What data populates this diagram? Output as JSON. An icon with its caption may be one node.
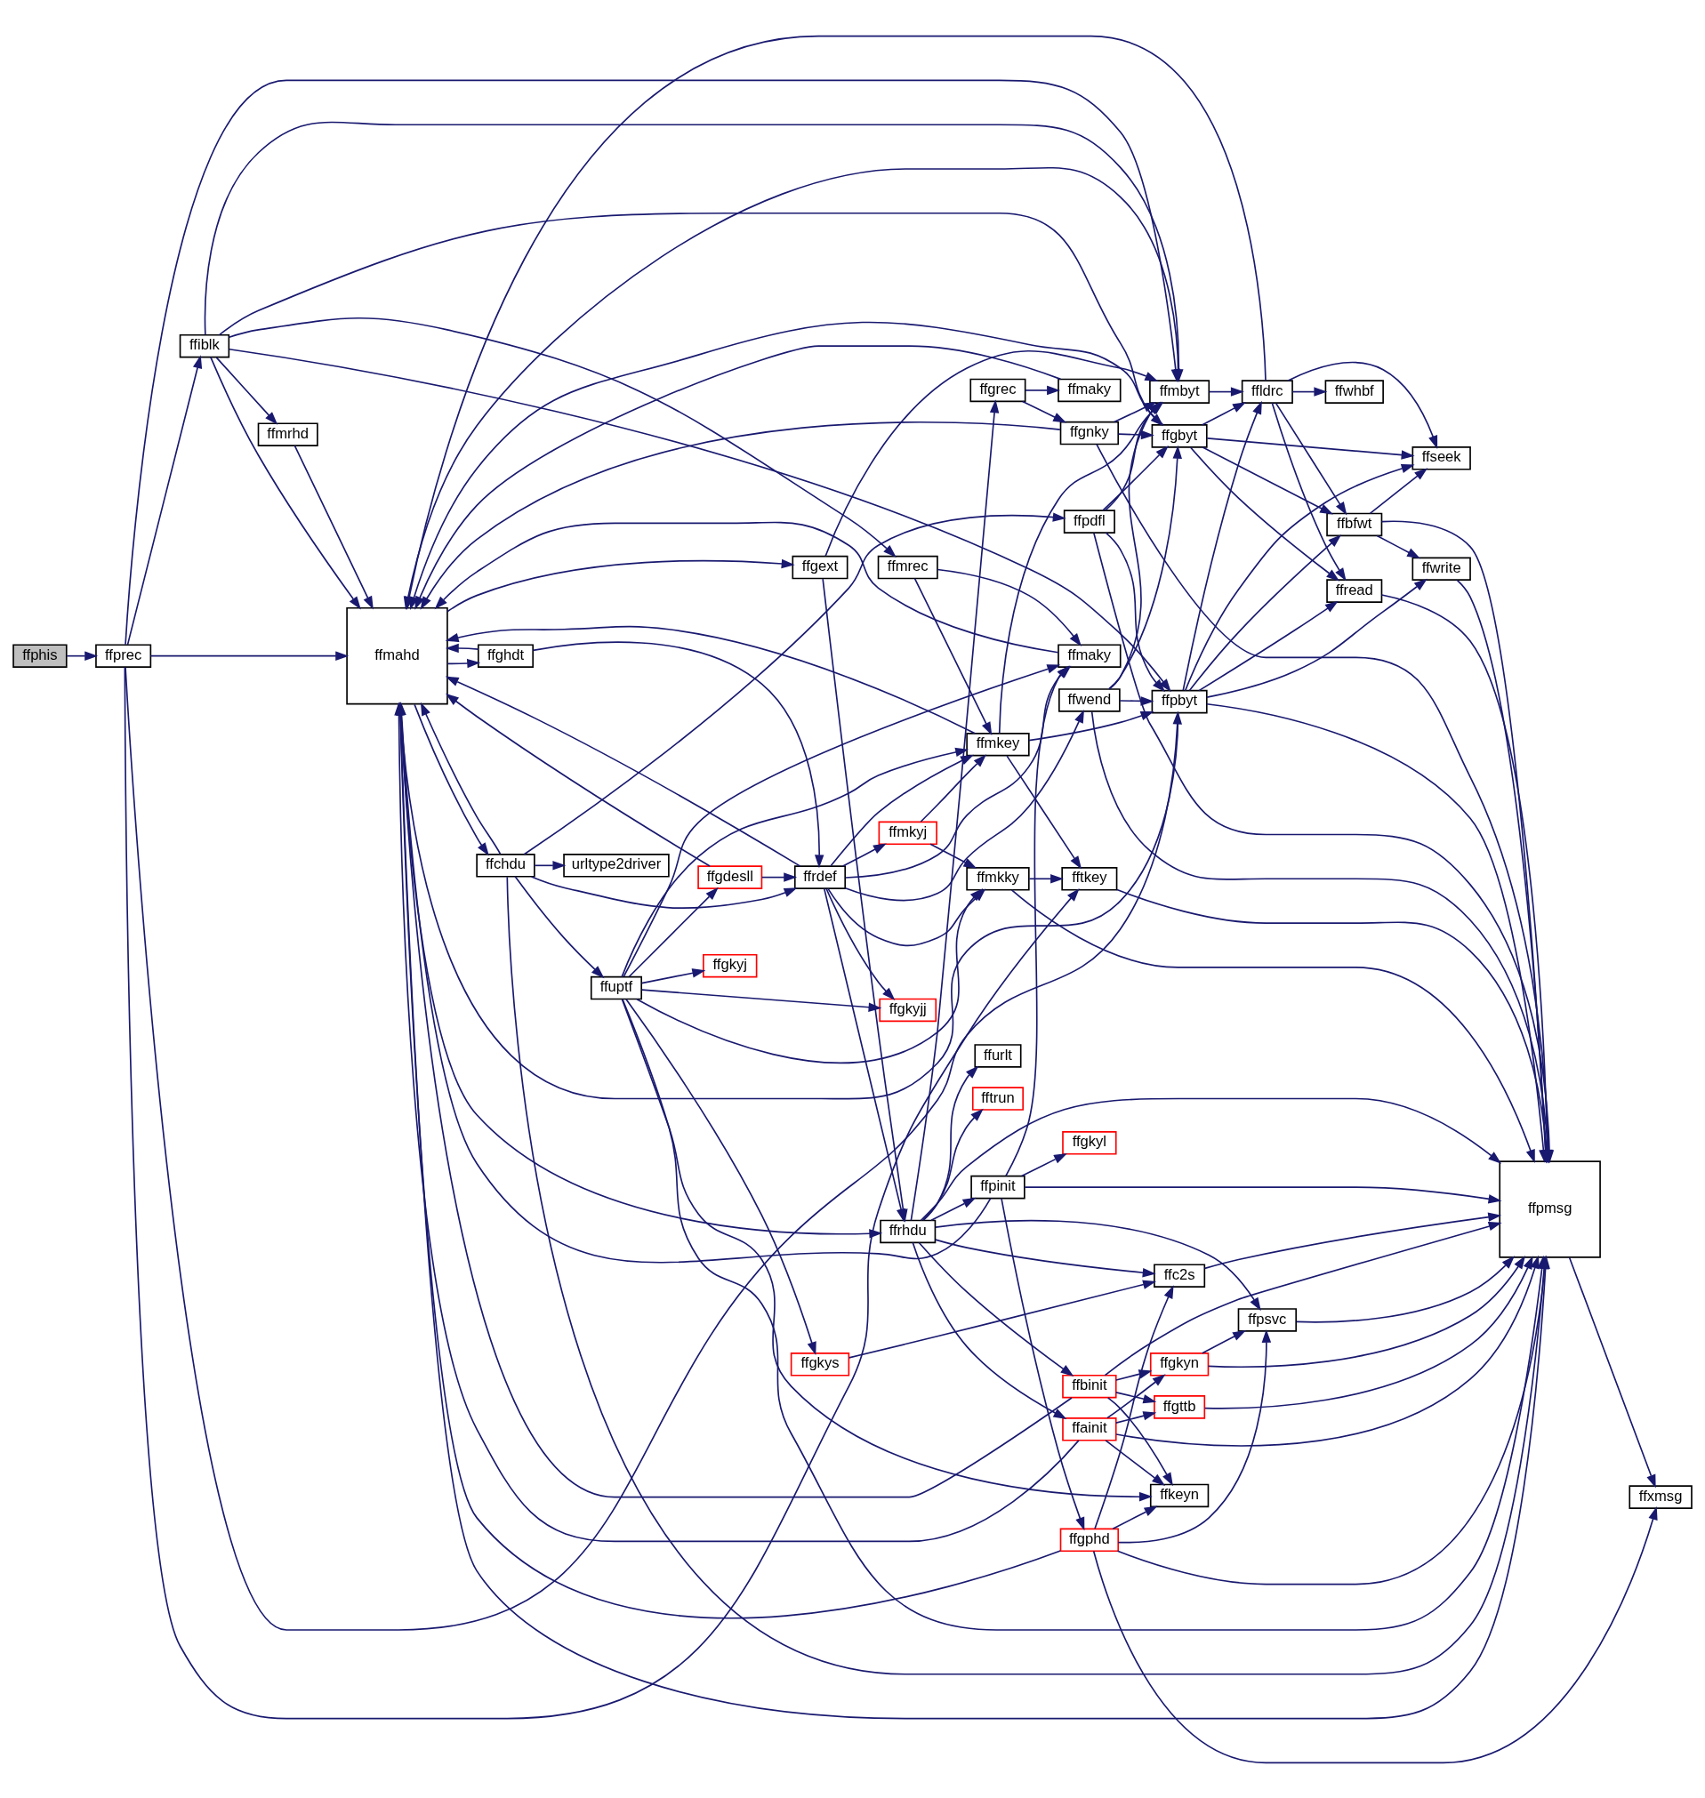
{
  "diagram": {
    "nodes": [
      {
        "text": [
          "ffphis"
        ]
      },
      {
        "text": [
          "ffprec"
        ]
      },
      {
        "text": [
          "ffiblk"
        ]
      },
      {
        "text": [
          "ffmrhd"
        ]
      },
      {
        "text": [
          "ffmahd"
        ]
      },
      {
        "text": [
          "ffchdu"
        ]
      },
      {
        "text": [
          "ffghdt"
        ]
      },
      {
        "text": [
          "urltype2driver"
        ]
      },
      {
        "text": [
          "ffuptf"
        ]
      },
      {
        "text": [
          "ffgkyj"
        ]
      },
      {
        "text": [
          "ffgdesll"
        ]
      },
      {
        "text": [
          "ffgkys"
        ]
      },
      {
        "text": [
          "ffgext"
        ]
      },
      {
        "text": [
          "ffrdef"
        ]
      },
      {
        "text": [
          "ffmrec"
        ]
      },
      {
        "text": [
          "ffgkyjj"
        ]
      },
      {
        "text": [
          "ffmkyj"
        ]
      },
      {
        "text": [
          "ffrhdu"
        ]
      },
      {
        "text": [
          "ffmkey"
        ]
      },
      {
        "text": [
          "ffmaky"
        ]
      },
      {
        "text": [
          "ffmkky"
        ]
      },
      {
        "text": [
          "ffgnky"
        ]
      },
      {
        "text": [
          "fftkey"
        ]
      },
      {
        "text": [
          "ffpinit"
        ]
      },
      {
        "text": [
          "ffgrec"
        ]
      },
      {
        "text": [
          "ffgkyl"
        ]
      },
      {
        "text": [
          "ffurlt"
        ]
      },
      {
        "text": [
          "fftrun"
        ]
      },
      {
        "text": [
          "ffgphd"
        ]
      },
      {
        "text": [
          "ffmaky"
        ]
      },
      {
        "text": [
          "ffbinit"
        ]
      },
      {
        "text": [
          "ffainit"
        ]
      },
      {
        "text": [
          "ffpdfl"
        ]
      },
      {
        "text": [
          "ffwend"
        ]
      },
      {
        "text": [
          "ffpbyt"
        ]
      },
      {
        "text": [
          "ffgbyt"
        ]
      },
      {
        "text": [
          "ffmbyt"
        ]
      },
      {
        "text": [
          "ffldrc"
        ]
      },
      {
        "text": [
          "ffc2s"
        ]
      },
      {
        "text": [
          "ffpsvc"
        ]
      },
      {
        "text": [
          "ffkeyn"
        ]
      },
      {
        "text": [
          "ffgkyn"
        ]
      },
      {
        "text": [
          "ffgttb"
        ]
      },
      {
        "text": [
          "ffbfwt"
        ]
      },
      {
        "text": [
          "ffread"
        ]
      },
      {
        "text": [
          "ffwhbf"
        ]
      },
      {
        "text": [
          "ffwrite"
        ]
      },
      {
        "text": [
          "ffseek"
        ]
      },
      {
        "text": [
          "ffpmsg"
        ]
      },
      {
        "text": [
          "ffxmsg"
        ]
      }
    ],
    "edges": [
      {
        "from": 0,
        "to": 1,
        "arrow": "to"
      },
      {
        "from": 1,
        "to": 2,
        "arrow": "to"
      },
      {
        "from": 1,
        "to": 34,
        "arrow": "to"
      },
      {
        "from": 1,
        "to": 36,
        "arrow": "to"
      },
      {
        "from": 1,
        "to": 4,
        "arrow": "to"
      },
      {
        "from": 1,
        "to": 22,
        "arrow": "to"
      },
      {
        "from": 2,
        "to": 34,
        "arrow": "to"
      },
      {
        "from": 2,
        "to": 35,
        "arrow": "to"
      },
      {
        "from": 2,
        "to": 36,
        "arrow": "to"
      },
      {
        "from": 2,
        "to": 14,
        "arrow": "to"
      },
      {
        "from": 2,
        "to": 3,
        "arrow": "to"
      },
      {
        "from": 2,
        "to": 4,
        "arrow": "to"
      },
      {
        "from": 3,
        "to": 4,
        "arrow": "to"
      },
      {
        "from": 4,
        "to": 5,
        "arrow": "to"
      },
      {
        "from": 4,
        "to": 6,
        "arrow": "to"
      },
      {
        "from": 4,
        "to": 12,
        "arrow": "to"
      },
      {
        "from": 4,
        "to": 17,
        "arrow": "to"
      },
      {
        "from": 4,
        "to": 48,
        "arrow": "to"
      },
      {
        "from": 5,
        "to": 4,
        "arrow": "to"
      },
      {
        "from": 5,
        "to": 7,
        "arrow": "to"
      },
      {
        "from": 5,
        "to": 8,
        "arrow": "to"
      },
      {
        "from": 5,
        "to": 13,
        "arrow": "to"
      },
      {
        "from": 5,
        "to": 32,
        "arrow": "to"
      },
      {
        "from": 5,
        "to": 48,
        "arrow": "to"
      },
      {
        "from": 6,
        "to": 4,
        "arrow": "to"
      },
      {
        "from": 6,
        "to": 13,
        "arrow": "to"
      },
      {
        "from": 8,
        "to": 9,
        "arrow": "to"
      },
      {
        "from": 8,
        "to": 15,
        "arrow": "to"
      },
      {
        "from": 8,
        "to": 19,
        "arrow": "to"
      },
      {
        "from": 8,
        "to": 18,
        "arrow": "to"
      },
      {
        "from": 8,
        "to": 48,
        "arrow": "to"
      },
      {
        "from": 8,
        "to": 10,
        "arrow": "to"
      },
      {
        "from": 8,
        "to": 11,
        "arrow": "to"
      },
      {
        "from": 8,
        "to": 40,
        "arrow": "to"
      },
      {
        "from": 8,
        "to": 20,
        "arrow": "to"
      },
      {
        "from": 10,
        "to": 13,
        "arrow": "to"
      },
      {
        "from": 10,
        "to": 4,
        "arrow": "to"
      },
      {
        "from": 11,
        "to": 38,
        "arrow": "to"
      },
      {
        "from": 12,
        "to": 36,
        "arrow": "to"
      },
      {
        "from": 12,
        "to": 17,
        "arrow": "to"
      },
      {
        "from": 13,
        "to": 4,
        "arrow": "to"
      },
      {
        "from": 13,
        "to": 19,
        "arrow": "to"
      },
      {
        "from": 13,
        "to": 15,
        "arrow": "to"
      },
      {
        "from": 13,
        "to": 16,
        "arrow": "to"
      },
      {
        "from": 13,
        "to": 20,
        "arrow": "to"
      },
      {
        "from": 13,
        "to": 18,
        "arrow": "to"
      },
      {
        "from": 13,
        "to": 33,
        "arrow": "to"
      },
      {
        "from": 13,
        "to": 17,
        "arrow": "to"
      },
      {
        "from": 14,
        "to": 18,
        "arrow": "to"
      },
      {
        "from": 14,
        "to": 19,
        "arrow": "to"
      },
      {
        "from": 16,
        "to": 20,
        "arrow": "to"
      },
      {
        "from": 16,
        "to": 18,
        "arrow": "to"
      },
      {
        "from": 17,
        "to": 23,
        "arrow": "to"
      },
      {
        "from": 17,
        "to": 24,
        "arrow": "to"
      },
      {
        "from": 17,
        "to": 26,
        "arrow": "to"
      },
      {
        "from": 17,
        "to": 27,
        "arrow": "to"
      },
      {
        "from": 17,
        "to": 38,
        "arrow": "to"
      },
      {
        "from": 17,
        "to": 48,
        "arrow": "to"
      },
      {
        "from": 17,
        "to": 39,
        "arrow": "to"
      },
      {
        "from": 17,
        "to": 30,
        "arrow": "to"
      },
      {
        "from": 17,
        "to": 31,
        "arrow": "to"
      },
      {
        "from": 18,
        "to": 4,
        "arrow": "to"
      },
      {
        "from": 18,
        "to": 36,
        "arrow": "to"
      },
      {
        "from": 18,
        "to": 34,
        "arrow": "to"
      },
      {
        "from": 18,
        "to": 22,
        "arrow": "to"
      },
      {
        "from": 19,
        "to": 4,
        "arrow": "to"
      },
      {
        "from": 20,
        "to": 22,
        "arrow": "to"
      },
      {
        "from": 20,
        "to": 48,
        "arrow": "to"
      },
      {
        "from": 21,
        "to": 4,
        "arrow": "to"
      },
      {
        "from": 21,
        "to": 36,
        "arrow": "to"
      },
      {
        "from": 21,
        "to": 35,
        "arrow": "to"
      },
      {
        "from": 21,
        "to": 48,
        "arrow": "to"
      },
      {
        "from": 22,
        "to": 48,
        "arrow": "to"
      },
      {
        "from": 23,
        "to": 4,
        "arrow": "to"
      },
      {
        "from": 23,
        "to": 28,
        "arrow": "to"
      },
      {
        "from": 23,
        "to": 19,
        "arrow": "to"
      },
      {
        "from": 23,
        "to": 25,
        "arrow": "to"
      },
      {
        "from": 23,
        "to": 48,
        "arrow": "to"
      },
      {
        "from": 24,
        "to": 21,
        "arrow": "to"
      },
      {
        "from": 24,
        "to": 29,
        "arrow": "to"
      },
      {
        "from": 28,
        "to": 4,
        "arrow": "to"
      },
      {
        "from": 28,
        "to": 38,
        "arrow": "to"
      },
      {
        "from": 28,
        "to": 48,
        "arrow": "to"
      },
      {
        "from": 28,
        "to": 49,
        "arrow": "to"
      },
      {
        "from": 28,
        "to": 39,
        "arrow": "to"
      },
      {
        "from": 28,
        "to": 40,
        "arrow": "to"
      },
      {
        "from": 29,
        "to": 4,
        "arrow": "to"
      },
      {
        "from": 30,
        "to": 4,
        "arrow": "to"
      },
      {
        "from": 30,
        "to": 40,
        "arrow": "to"
      },
      {
        "from": 30,
        "to": 48,
        "arrow": "to"
      },
      {
        "from": 30,
        "to": 41,
        "arrow": "to"
      },
      {
        "from": 30,
        "to": 42,
        "arrow": "to"
      },
      {
        "from": 31,
        "to": 4,
        "arrow": "to"
      },
      {
        "from": 31,
        "to": 40,
        "arrow": "to"
      },
      {
        "from": 31,
        "to": 41,
        "arrow": "to"
      },
      {
        "from": 31,
        "to": 42,
        "arrow": "to"
      },
      {
        "from": 31,
        "to": 48,
        "arrow": "to"
      },
      {
        "from": 32,
        "to": 34,
        "arrow": "to"
      },
      {
        "from": 32,
        "to": 35,
        "arrow": "to"
      },
      {
        "from": 32,
        "to": 36,
        "arrow": "to"
      },
      {
        "from": 32,
        "to": 48,
        "arrow": "to"
      },
      {
        "from": 33,
        "to": 34,
        "arrow": "to"
      },
      {
        "from": 33,
        "to": 35,
        "arrow": "to"
      },
      {
        "from": 33,
        "to": 36,
        "arrow": "to"
      },
      {
        "from": 33,
        "to": 48,
        "arrow": "to"
      },
      {
        "from": 34,
        "to": 4,
        "arrow": "to"
      },
      {
        "from": 34,
        "to": 48,
        "arrow": "to"
      },
      {
        "from": 34,
        "to": 46,
        "arrow": "to"
      },
      {
        "from": 34,
        "to": 43,
        "arrow": "to"
      },
      {
        "from": 34,
        "to": 47,
        "arrow": "to"
      },
      {
        "from": 34,
        "to": 44,
        "arrow": "to"
      },
      {
        "from": 34,
        "to": 37,
        "arrow": "to"
      },
      {
        "from": 35,
        "to": 4,
        "arrow": "to"
      },
      {
        "from": 35,
        "to": 47,
        "arrow": "to"
      },
      {
        "from": 35,
        "to": 43,
        "arrow": "to"
      },
      {
        "from": 35,
        "to": 44,
        "arrow": "to"
      },
      {
        "from": 35,
        "to": 37,
        "arrow": "to"
      },
      {
        "from": 36,
        "to": 37,
        "arrow": "to"
      },
      {
        "from": 36,
        "to": 4,
        "arrow": "to"
      },
      {
        "from": 37,
        "to": 43,
        "arrow": "to"
      },
      {
        "from": 37,
        "to": 44,
        "arrow": "to"
      },
      {
        "from": 37,
        "to": 47,
        "arrow": "to"
      },
      {
        "from": 37,
        "to": 45,
        "arrow": "to"
      },
      {
        "from": 37,
        "to": 4,
        "arrow": "to"
      },
      {
        "from": 38,
        "to": 48,
        "arrow": "to"
      },
      {
        "from": 39,
        "to": 48,
        "arrow": "to"
      },
      {
        "from": 41,
        "to": 39,
        "arrow": "to"
      },
      {
        "from": 41,
        "to": 48,
        "arrow": "to"
      },
      {
        "from": 42,
        "to": 48,
        "arrow": "to"
      },
      {
        "from": 43,
        "to": 46,
        "arrow": "to"
      },
      {
        "from": 43,
        "to": 47,
        "arrow": "to"
      },
      {
        "from": 43,
        "to": 48,
        "arrow": "to"
      },
      {
        "from": 44,
        "to": 48,
        "arrow": "to"
      },
      {
        "from": 46,
        "to": 48,
        "arrow": "to"
      },
      {
        "from": 48,
        "to": 49,
        "arrow": "to"
      }
    ]
  }
}
